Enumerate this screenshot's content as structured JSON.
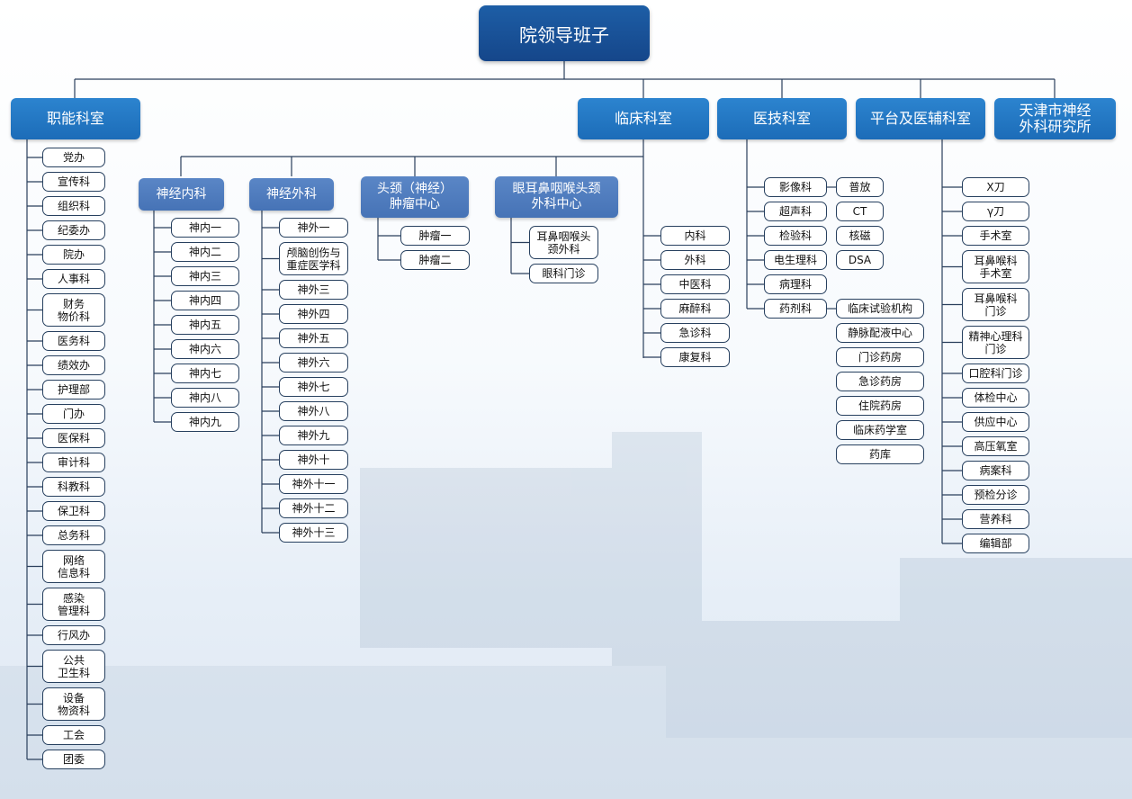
{
  "root": "院领导班子",
  "categories": [
    {
      "id": "func",
      "label": "职能科室"
    },
    {
      "id": "clinical",
      "label": "临床科室"
    },
    {
      "id": "medtech",
      "label": "医技科室"
    },
    {
      "id": "platform",
      "label": "平台及医辅科室"
    },
    {
      "id": "institute",
      "label": "天津市神经\n外科研究所"
    }
  ],
  "functional_departments": [
    "党办",
    "宣传科",
    "组织科",
    "纪委办",
    "院办",
    "人事科",
    "财务\n物价科",
    "医务科",
    "绩效办",
    "护理部",
    "门办",
    "医保科",
    "审计科",
    "科教科",
    "保卫科",
    "总务科",
    "网络\n信息科",
    "感染\n管理科",
    "行风办",
    "公共\n卫生科",
    "设备\n物资科",
    "工会",
    "团委"
  ],
  "clinical": {
    "groups": [
      {
        "id": "neuro-med",
        "label": "神经内科",
        "items": [
          "神内一",
          "神内二",
          "神内三",
          "神内四",
          "神内五",
          "神内六",
          "神内七",
          "神内八",
          "神内九"
        ]
      },
      {
        "id": "neuro-surg",
        "label": "神经外科",
        "items": [
          "神外一",
          "颅脑创伤与\n重症医学科",
          "神外三",
          "神外四",
          "神外五",
          "神外六",
          "神外七",
          "神外八",
          "神外九",
          "神外十",
          "神外十一",
          "神外十二",
          "神外十三"
        ]
      },
      {
        "id": "head-neck",
        "label": "头颈（神经）\n肿瘤中心",
        "items": [
          "肿瘤一",
          "肿瘤二"
        ]
      },
      {
        "id": "ent",
        "label": "眼耳鼻咽喉头颈\n外科中心",
        "items": [
          "耳鼻咽喉头\n颈外科",
          "眼科门诊"
        ]
      }
    ],
    "direct": [
      "内科",
      "外科",
      "中医科",
      "麻醉科",
      "急诊科",
      "康复科"
    ]
  },
  "medtech": {
    "items": [
      "影像科",
      "超声科",
      "检验科",
      "电生理科",
      "病理科",
      "药剂科"
    ],
    "imaging_sub": [
      "普放",
      "CT",
      "核磁",
      "DSA"
    ],
    "pharmacy_sub": [
      "临床试验机构",
      "静脉配液中心",
      "门诊药房",
      "急诊药房",
      "住院药房",
      "临床药学室",
      "药库"
    ]
  },
  "platform": [
    "X刀",
    "γ刀",
    "手术室",
    "耳鼻喉科\n手术室",
    "耳鼻喉科\n门诊",
    "精神心理科\n门诊",
    "口腔科门诊",
    "体检中心",
    "供应中心",
    "高压氧室",
    "病案科",
    "预检分诊",
    "营养科",
    "编辑部"
  ],
  "colors": {
    "top": "#15468a",
    "category": "#1f6fbb",
    "subcategory": "#4a77b9",
    "leaf_border": "#27405f",
    "connector": "#2a3f5c"
  }
}
